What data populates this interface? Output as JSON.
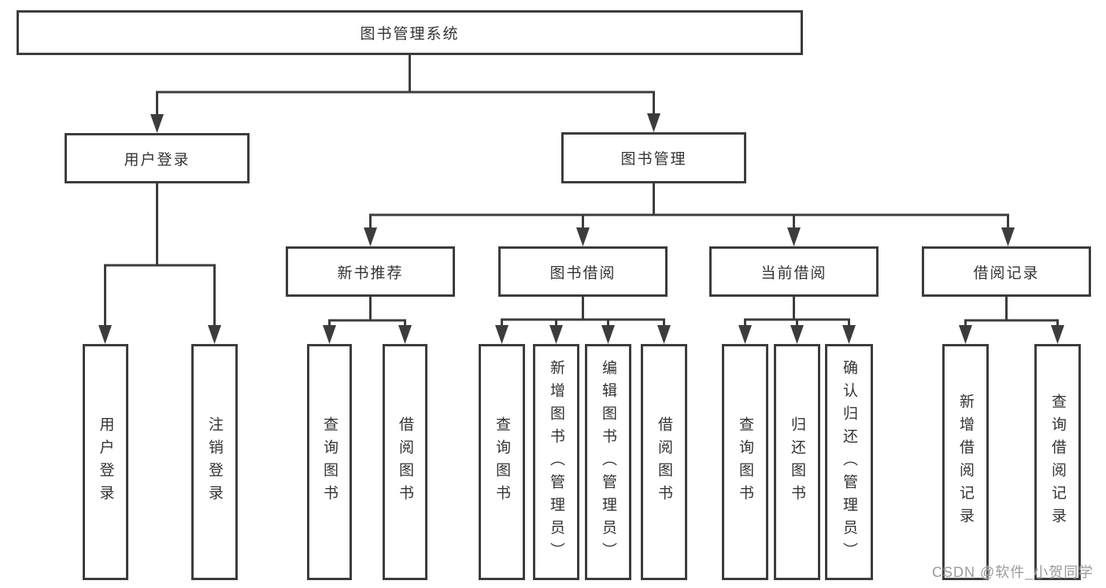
{
  "tree": {
    "root": "图书管理系统",
    "branches": [
      {
        "label": "用户登录",
        "children": [
          "用户登录",
          "注销登录"
        ]
      },
      {
        "label": "图书管理",
        "modules": [
          {
            "label": "新书推荐",
            "children": [
              "查询图书",
              "借阅图书"
            ]
          },
          {
            "label": "图书借阅",
            "children": [
              "查询图书",
              "新增图书（管理员）",
              "编辑图书（管理员）",
              "借阅图书"
            ]
          },
          {
            "label": "当前借阅",
            "children": [
              "查询图书",
              "归还图书",
              "确认归还（管理员）"
            ]
          },
          {
            "label": "借阅记录",
            "children": [
              "新增借阅记录",
              "查询借阅记录"
            ]
          }
        ]
      }
    ]
  },
  "watermark": {
    "text": "CSDN @软件_小贺同学"
  },
  "colors": {
    "line": "#3c3c3c",
    "text": "#333333",
    "watermark": "#9b9b9b",
    "background": "#ffffff"
  }
}
